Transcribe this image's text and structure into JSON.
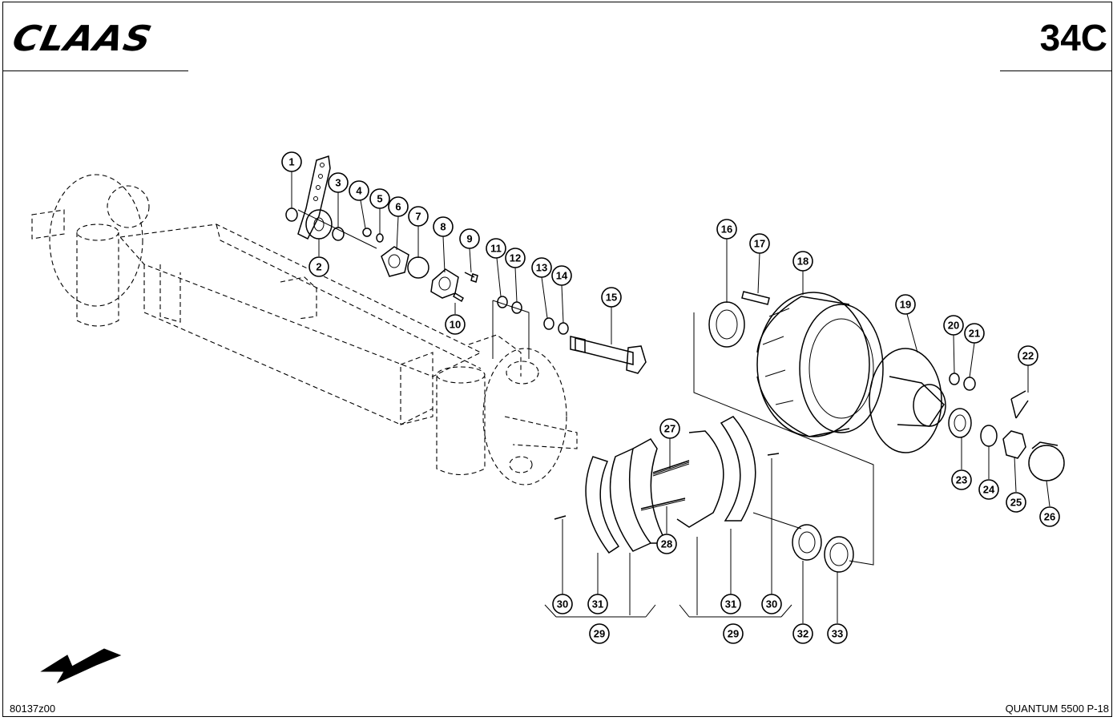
{
  "header": {
    "brand": "CLAAS",
    "sheet_code": "34C"
  },
  "footer": {
    "figure_code": "80137z00",
    "model": "QUANTUM 5500 P-18"
  },
  "callouts": [
    "1",
    "2",
    "3",
    "4",
    "5",
    "6",
    "7",
    "8",
    "9",
    "10",
    "11",
    "12",
    "13",
    "14",
    "15",
    "16",
    "17",
    "18",
    "19",
    "20",
    "21",
    "22",
    "23",
    "24",
    "25",
    "26",
    "27",
    "28",
    "29",
    "30",
    "31",
    "30",
    "31",
    "29",
    "32",
    "33"
  ]
}
